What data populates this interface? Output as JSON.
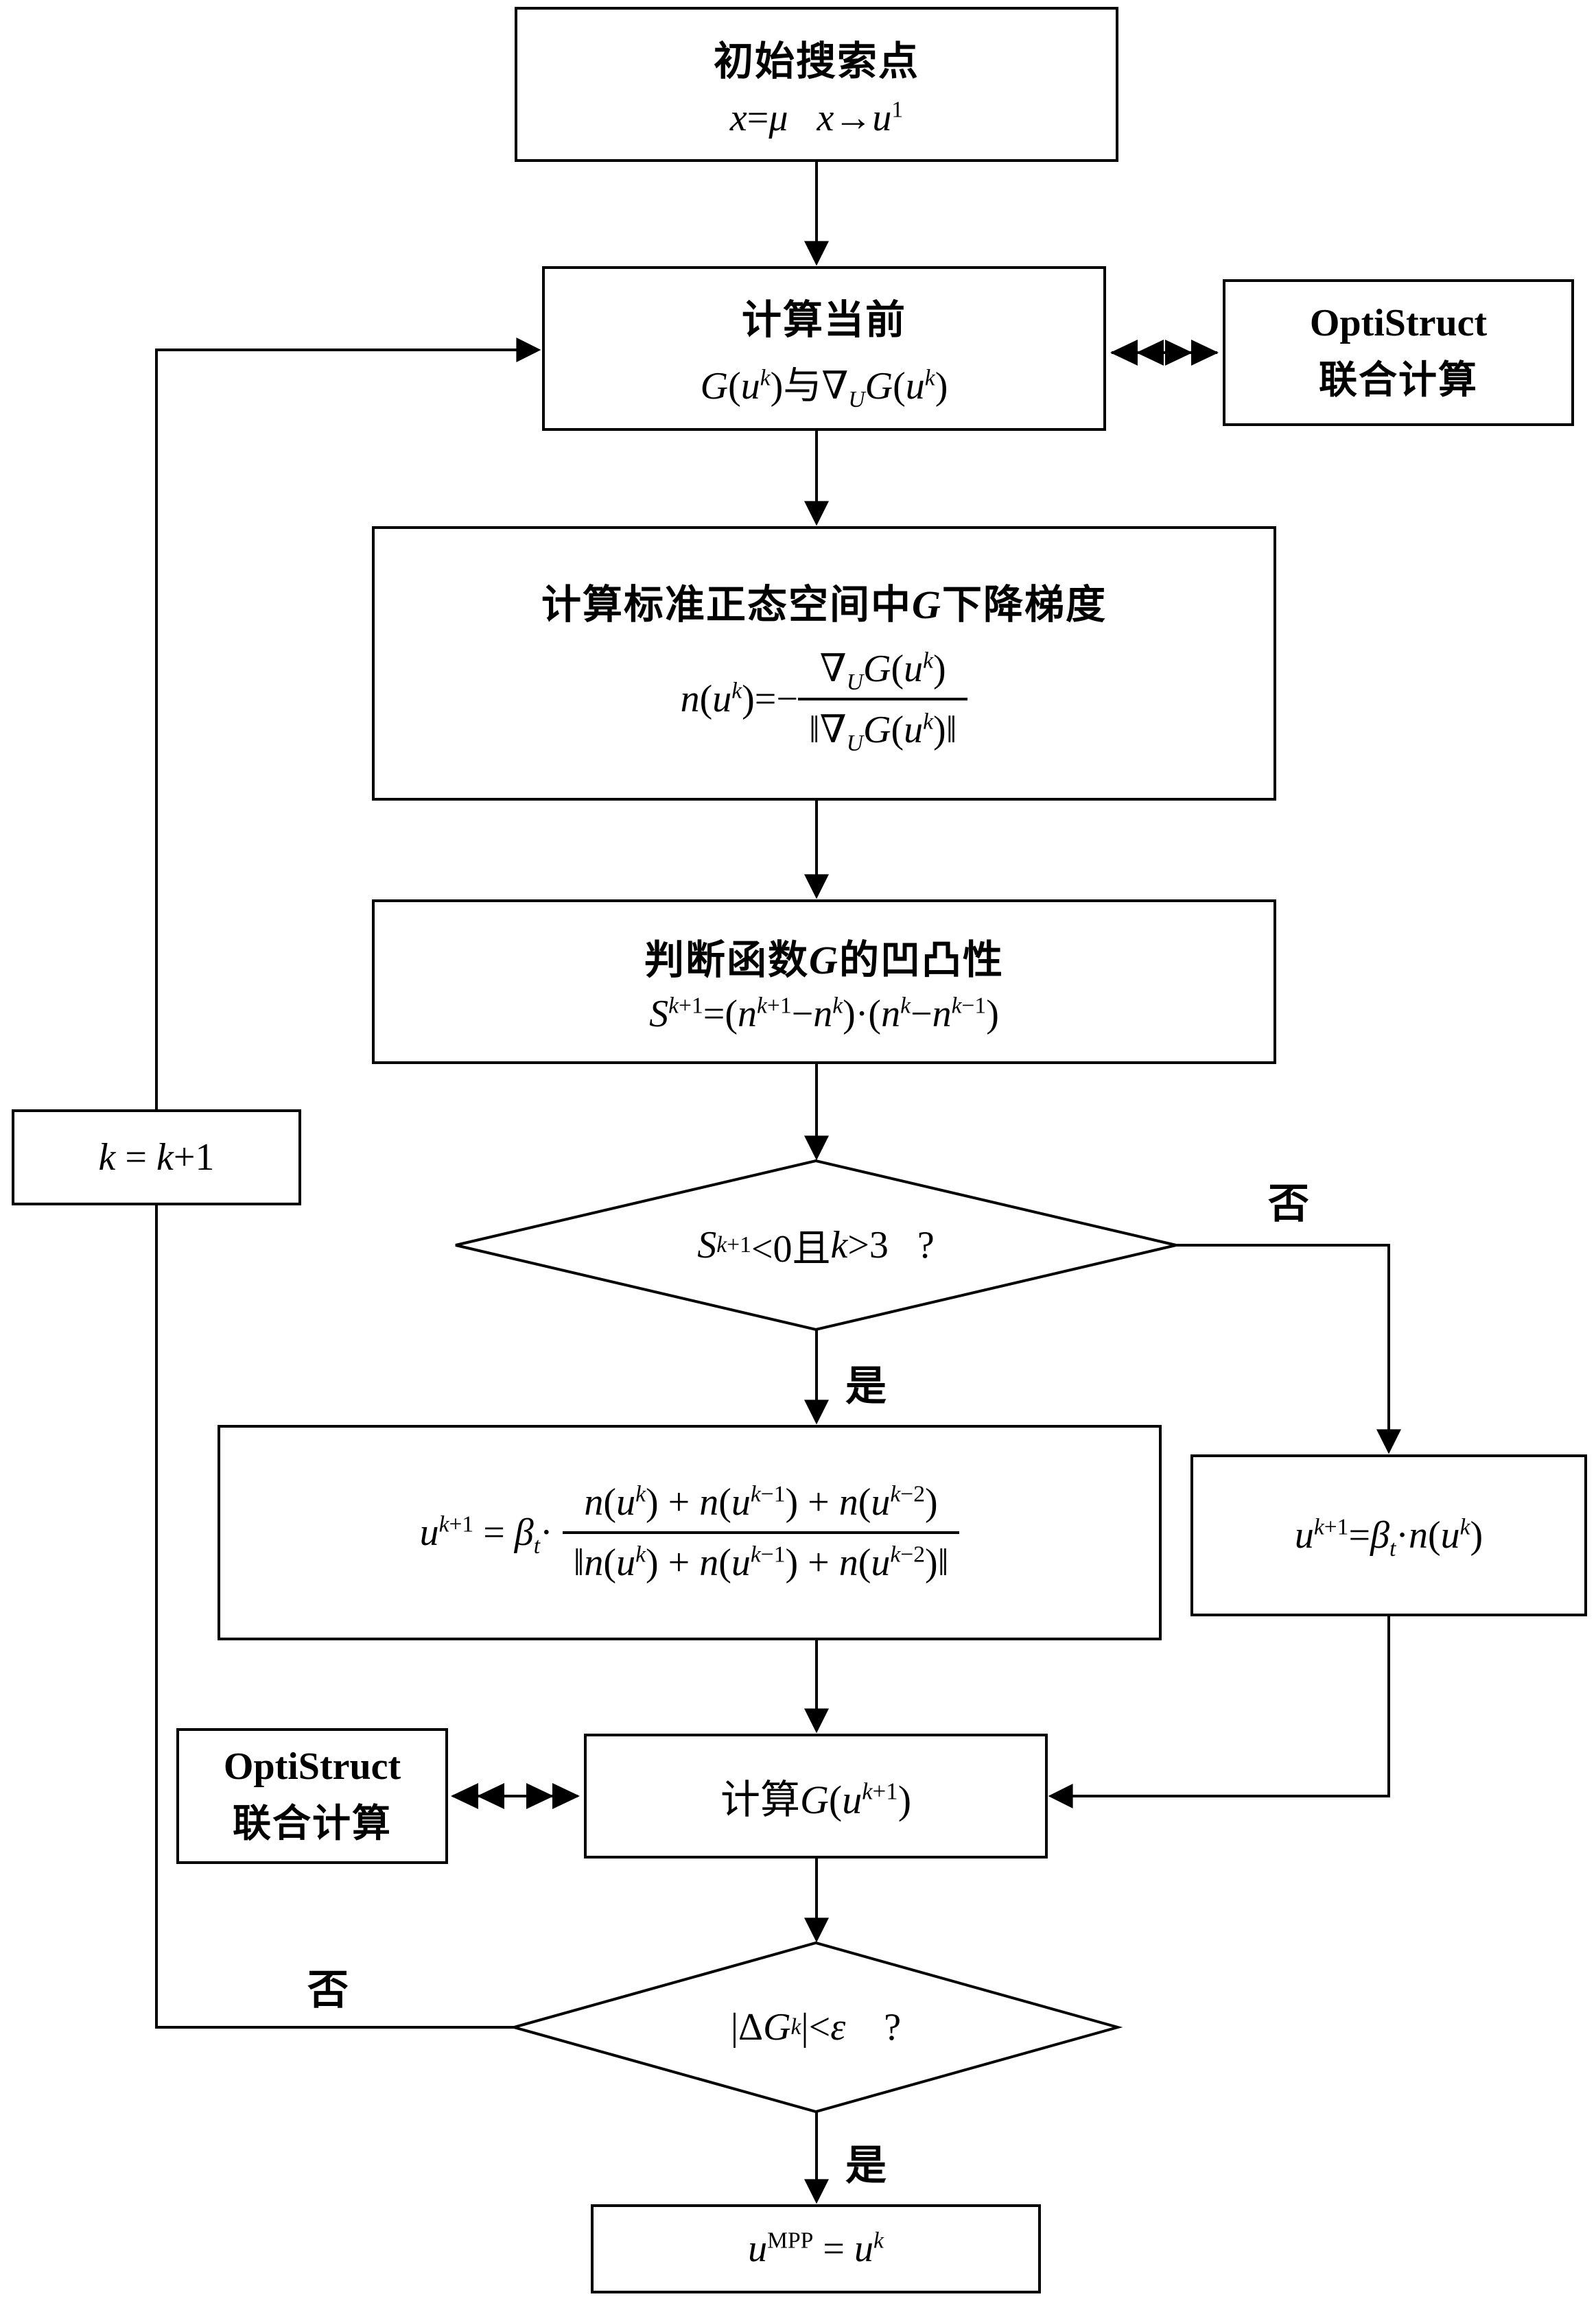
{
  "colors": {
    "stroke": "#000000",
    "background": "#ffffff"
  },
  "nodes": {
    "start": {
      "title": "初始搜索点",
      "formula": "<i>x</i>=<i>μ</i>&nbsp;&nbsp;&nbsp;<i>x</i>→<i>u</i><sup>1</sup>"
    },
    "compute_current": {
      "title": "计算当前",
      "formula": "<i>G</i>(<i>u</i><sup><i>k</i></sup>)与∇<sub><i>U</i></sub><i>G</i>(<i>u</i><sup><i>k</i></sup>)"
    },
    "optistruct_right": {
      "line1": "OptiStruct",
      "line2": "联合计算"
    },
    "gradient": {
      "title": "计算标准正态空间中<i>G</i>下降梯度",
      "lhs": "<i>n</i>(<i>u</i><sup><i>k</i></sup>)=−",
      "numerator": "∇<sub><i>U</i></sub><i>G</i>(<i>u</i><sup><i>k</i></sup>)",
      "denominator": "‖∇<sub><i>U</i></sub><i>G</i>(<i>u</i><sup><i>k</i></sup>)‖"
    },
    "convexity": {
      "title": "判断函数<i>G</i>的凹凸性",
      "formula": "<i>S</i><sup><i>k</i>+1</sup>=(<i>n</i><sup><i>k</i>+1</sup>−<i>n</i><sup><i>k</i></sup>)·(<i>n</i><sup><i>k</i></sup>−<i>n</i><sup><i>k</i>−1</sup>)"
    },
    "decision_convex": {
      "condition": "<i>S</i><sup><i>k</i>+1</sup>&lt;0且<i>k</i>&gt;3&nbsp;&nbsp;&nbsp;?"
    },
    "three_point_step": {
      "lhs": "<i>u</i><sup><i>k</i>+1</sup> = <i>β</i><sub><i>t</i></sub>·&nbsp;",
      "numerator": "<i>n</i>(<i>u</i><sup><i>k</i></sup>) + <i>n</i>(<i>u</i><sup><i>k</i>−1</sup>) + <i>n</i>(<i>u</i><sup><i>k</i>−2</sup>)",
      "denominator": "‖<i>n</i>(<i>u</i><sup><i>k</i></sup>) + <i>n</i>(<i>u</i><sup><i>k</i>−1</sup>) + <i>n</i>(<i>u</i><sup><i>k</i>−2</sup>)‖"
    },
    "single_step": {
      "formula": "<i>u</i><sup><i>k</i>+1</sup>=<i>β</i><sub><i>t</i></sub>·<i>n</i>(<i>u</i><sup><i>k</i></sup>)"
    },
    "compute_g_next": {
      "formula": "计算<i>G</i>(<i>u</i><sup><i>k</i>+1</sup>)"
    },
    "optistruct_left": {
      "line1": "OptiStruct",
      "line2": "联合计算"
    },
    "decision_converge": {
      "condition": "|Δ<i>G</i><sup><i>k</i></sup>|&lt;<i>ε</i>&nbsp;&nbsp;&nbsp;&nbsp;?"
    },
    "increment": {
      "formula": "<i>k</i> = <i>k</i>+1"
    },
    "result": {
      "formula": "<i>u</i><sup>MPP</sup> = <i>u</i><sup><i>k</i></sup>"
    }
  },
  "labels": {
    "no_convex": "否",
    "yes_convex": "是",
    "no_converge": "否",
    "yes_converge": "是"
  }
}
